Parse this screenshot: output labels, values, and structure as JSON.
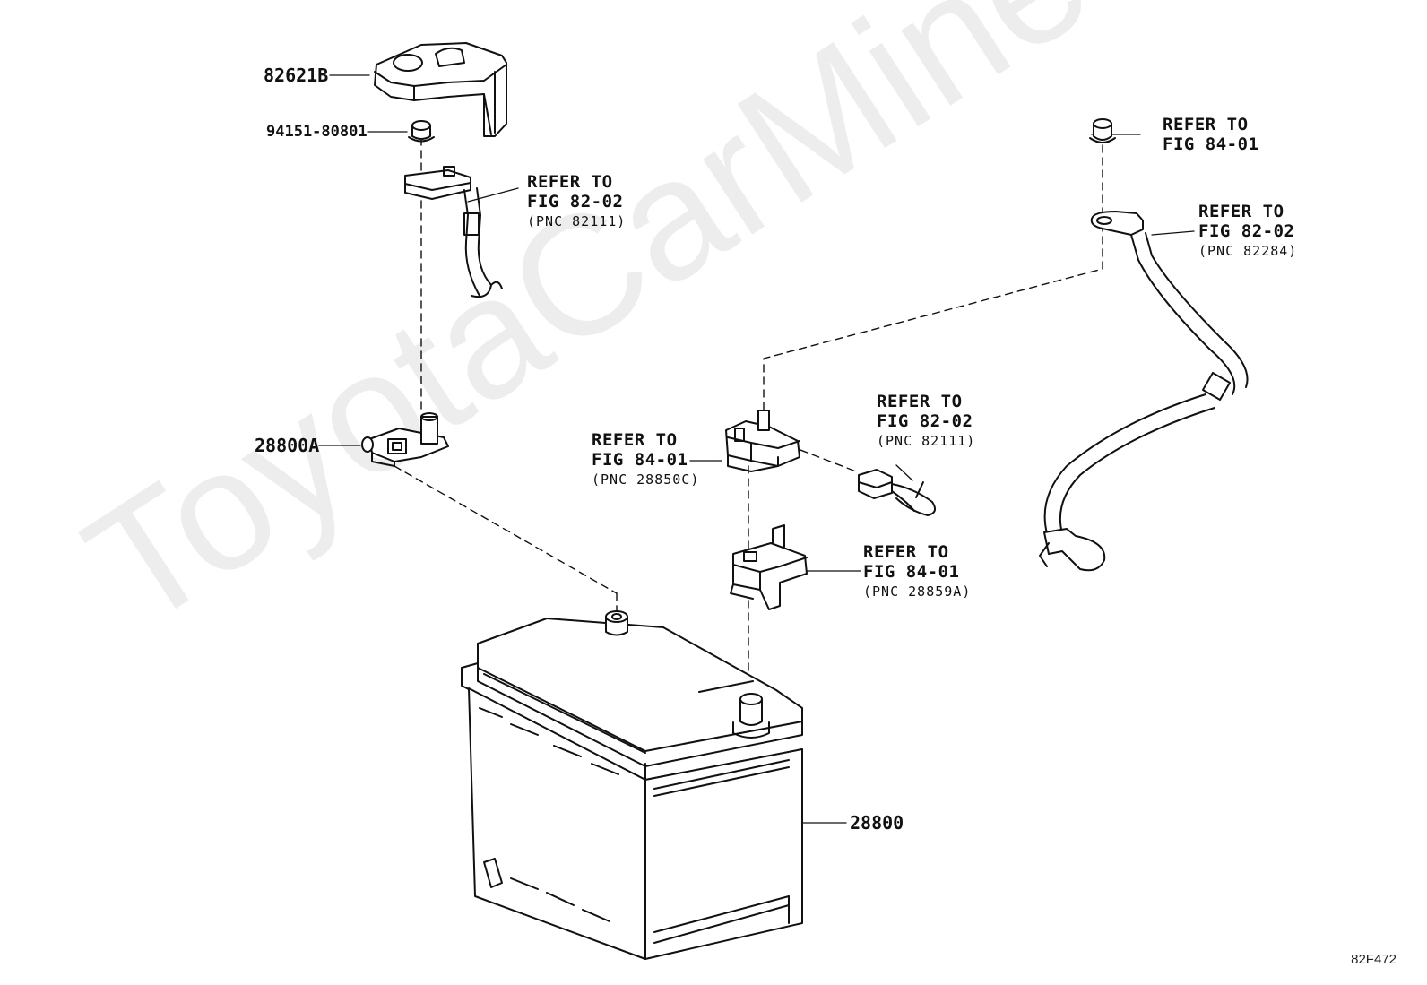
{
  "parts": {
    "cover": "82621B",
    "nut": "94151-80801",
    "sensor": "28800A",
    "battery": "28800"
  },
  "refs": {
    "pos_cable": {
      "line1": "REFER TO",
      "line2": "FIG 82-02",
      "pnc": "(PNC 82111)"
    },
    "top_bolt": {
      "line1": "REFER TO",
      "line2": "FIG 84-01"
    },
    "neg_cable": {
      "line1": "REFER TO",
      "line2": "FIG 82-02",
      "pnc": "(PNC 82284)"
    },
    "clamp": {
      "line1": "REFER TO",
      "line2": "FIG 84-01",
      "pnc": "(PNC 28850C)"
    },
    "connector": {
      "line1": "REFER TO",
      "line2": "FIG 82-02",
      "pnc": "(PNC 82111)"
    },
    "bracket": {
      "line1": "REFER TO",
      "line2": "FIG 84-01",
      "pnc": "(PNC 28859A)"
    }
  },
  "figure_code": "82F472",
  "watermark": "ToyotaCarMine.ru"
}
